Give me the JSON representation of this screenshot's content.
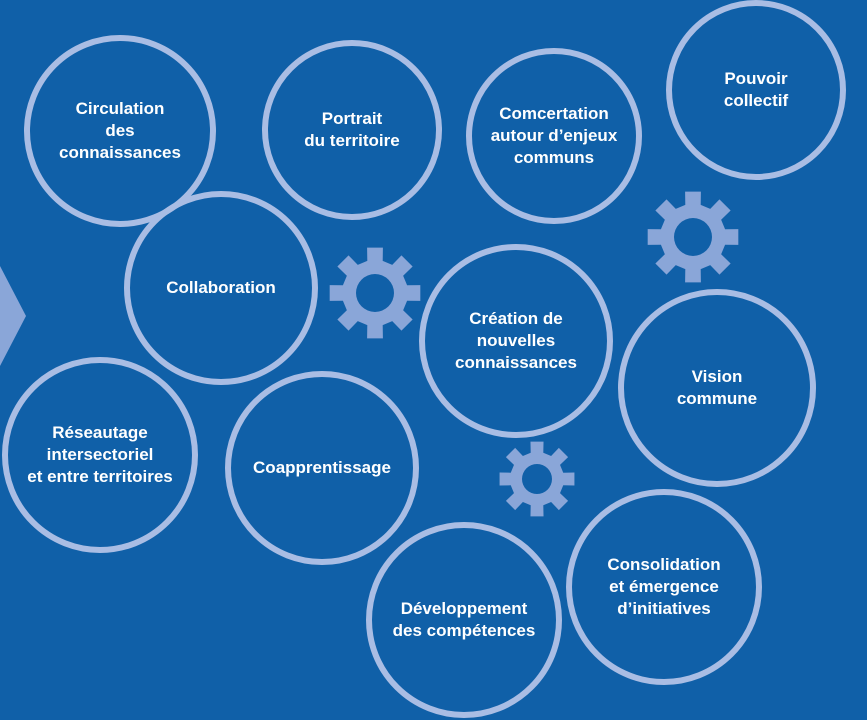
{
  "colors": {
    "background": "#1060a8",
    "ring": "#a9bde4",
    "gear": "#8aa6d8",
    "text": "#ffffff"
  },
  "bubbles": [
    {
      "id": "circulation",
      "label": "Circulation\ndes\nconnaissances"
    },
    {
      "id": "portrait",
      "label": "Portrait\ndu territoire"
    },
    {
      "id": "concertation",
      "label": "Comcertation\nautour d’enjeux\ncommuns"
    },
    {
      "id": "pouvoir",
      "label": "Pouvoir\ncollectif"
    },
    {
      "id": "collaboration",
      "label": "Collaboration"
    },
    {
      "id": "creation",
      "label": "Création de\nnouvelles\nconnaissances"
    },
    {
      "id": "vision",
      "label": "Vision\ncommune"
    },
    {
      "id": "reseautage",
      "label": "Réseautage\nintersectoriel\net entre territoires"
    },
    {
      "id": "coapprentissage",
      "label": "Coapprentissage"
    },
    {
      "id": "consolidation",
      "label": "Consolidation\net émergence\nd’initiatives"
    },
    {
      "id": "developpement",
      "label": "Développement\ndes compétences"
    }
  ],
  "gears": [
    {
      "id": "gear-1",
      "icon": "gear-icon"
    },
    {
      "id": "gear-2",
      "icon": "gear-icon"
    },
    {
      "id": "gear-3",
      "icon": "gear-icon"
    }
  ],
  "arrow": {
    "icon": "triangle-arrow-icon"
  }
}
